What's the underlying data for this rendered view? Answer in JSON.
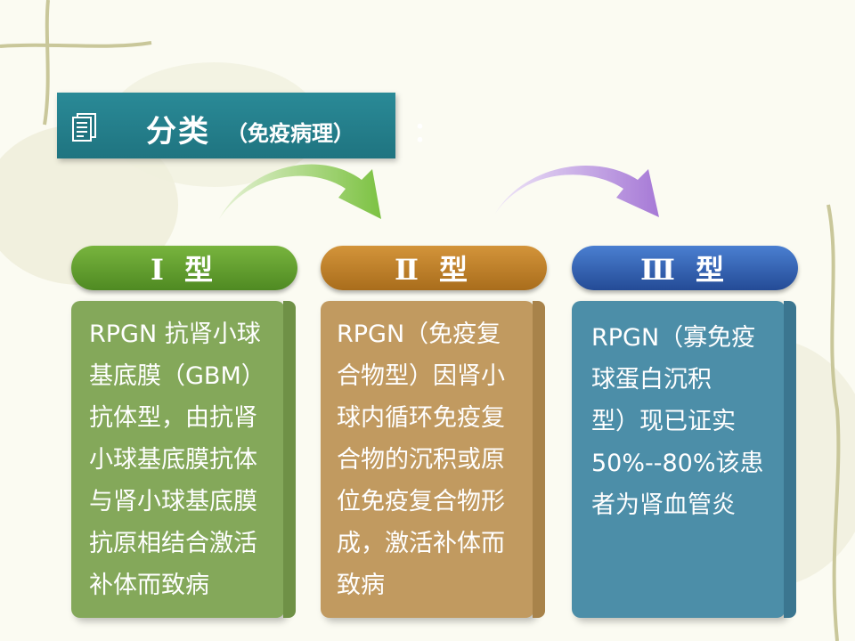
{
  "title": {
    "main": "分类",
    "sub": "（免疫病理）",
    "colon": "："
  },
  "cards": [
    {
      "header": "Ⅰ 型",
      "text": "RPGN 抗肾小球\n基底膜（GBM）\n抗体型，由抗肾\n小球基底膜抗体\n与肾小球基底膜\n抗原相结合激活\n补体而致病",
      "header_color": "#5d9b2c",
      "body_color": "#84a85a"
    },
    {
      "header": "Ⅱ 型",
      "text": "RPGN（免疫复\n合物型）因肾小\n球内循环免疫复\n合物的沉积或原\n位免疫复合物形\n成，激活补体而\n致病",
      "header_color": "#b97b25",
      "body_color": "#c19a60"
    },
    {
      "header": "Ⅲ 型",
      "text": "RPGN（寡免疫\n球蛋白沉积\n型）现已证实\n50%--80%该患\n者为肾血管炎",
      "header_color": "#2f5cae",
      "body_color": "#4c8ea8"
    }
  ],
  "colors": {
    "title_bg": "#237f8b",
    "arrow_green": "#7cc242",
    "arrow_purple": "#a679d6"
  }
}
